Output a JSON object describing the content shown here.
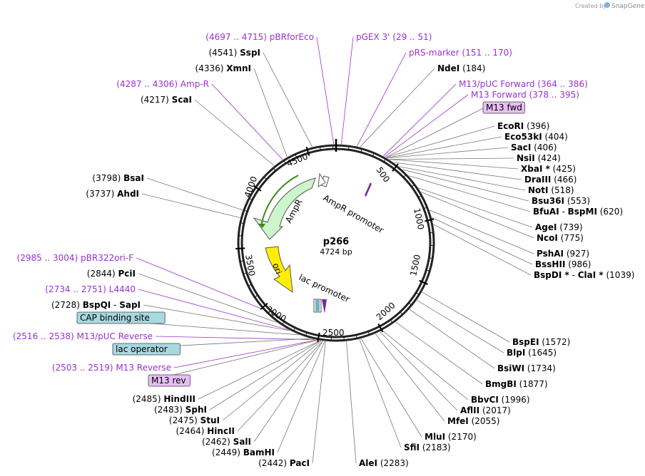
{
  "credit": {
    "text": "Created by",
    "brand": "SnapGene"
  },
  "plasmid": {
    "name": "p266",
    "length_label": "4724 bp",
    "length": 4724
  },
  "ticks": [
    "500",
    "1000",
    "1500",
    "2000",
    "2500",
    "3000",
    "3500",
    "4000",
    "4500"
  ],
  "features": [
    {
      "name": "AmpR promoter",
      "color": "#ffffff"
    },
    {
      "name": "AmpR",
      "color": "#ccf5cc"
    },
    {
      "name": "ori",
      "color": "#ffee00"
    },
    {
      "name": "lac promoter",
      "color": "#ffffff"
    }
  ],
  "labels": [
    {
      "kind": "primer",
      "text": "(4697 .. 4715)  pBRforEco"
    },
    {
      "kind": "primer",
      "text": "pGEX 3'     (29 .. 51)"
    },
    {
      "kind": "site",
      "pos": "(4541)",
      "name": "SspI"
    },
    {
      "kind": "primer",
      "text": "pRS-marker     (151 .. 170)"
    },
    {
      "kind": "site",
      "pos": "(4336)",
      "name": "XmnI"
    },
    {
      "kind": "site",
      "name": "NdeI",
      "pos": "(184)"
    },
    {
      "kind": "primer",
      "text": "(4287 .. 4306)  Amp-R"
    },
    {
      "kind": "primer",
      "text": "M13/pUC Forward     (364 .. 386)"
    },
    {
      "kind": "site",
      "pos": "(4217)",
      "name": "ScaI"
    },
    {
      "kind": "primer",
      "text": "M13 Forward     (378 .. 395)"
    },
    {
      "kind": "boxfeat",
      "text": "M13 fwd",
      "color": "#e8bff5"
    },
    {
      "kind": "site",
      "name": "EcoRI",
      "pos": "(396)"
    },
    {
      "kind": "site",
      "name": "Eco53kI",
      "pos": "(404)"
    },
    {
      "kind": "site",
      "name": "SacI",
      "pos": "(406)"
    },
    {
      "kind": "site",
      "name": "NsiI",
      "pos": "(424)"
    },
    {
      "kind": "site",
      "name": "XbaI *",
      "pos": "(425)"
    },
    {
      "kind": "site",
      "name": "DraIII",
      "pos": "(466)"
    },
    {
      "kind": "site",
      "name": "NotI",
      "pos": "(518)"
    },
    {
      "kind": "site",
      "pos": "(3798)",
      "name": "BsaI"
    },
    {
      "kind": "site",
      "name": "Bsu36I",
      "pos": "(553)"
    },
    {
      "kind": "site",
      "pos": "(3737)",
      "name": "AhdI"
    },
    {
      "kind": "sitepair",
      "name": "BfuAI",
      "name2": "BspMI",
      "pos": "(620)"
    },
    {
      "kind": "site",
      "name": "AgeI",
      "pos": "(739)"
    },
    {
      "kind": "site",
      "name": "NcoI",
      "pos": "(775)"
    },
    {
      "kind": "site",
      "name": "PshAI",
      "pos": "(927)"
    },
    {
      "kind": "primer",
      "text": "(2985 .. 3004)  pBR322ori-F"
    },
    {
      "kind": "site",
      "name": "BssHII",
      "pos": "(986)"
    },
    {
      "kind": "site",
      "pos": "(2844)",
      "name": "PciI"
    },
    {
      "kind": "sitepair",
      "name": "BspDI *",
      "name2": "ClaI *",
      "pos": "(1039)"
    },
    {
      "kind": "primer",
      "text": "(2734 .. 2751)  L4440"
    },
    {
      "kind": "sitepair",
      "pos": "(2728)",
      "name": "BspQI",
      "name2": "SapI"
    },
    {
      "kind": "boxfeat",
      "text": "CAP binding site",
      "color": "#a8d8e0"
    },
    {
      "kind": "primer",
      "text": "(2516 .. 2538)  M13/pUC Reverse"
    },
    {
      "kind": "boxfeat",
      "text": "lac operator",
      "color": "#a8d8e0"
    },
    {
      "kind": "site",
      "name": "BspEI",
      "pos": "(1572)"
    },
    {
      "kind": "site",
      "name": "BlpI",
      "pos": "(1645)"
    },
    {
      "kind": "primer",
      "text": "(2503 .. 2519)  M13 Reverse"
    },
    {
      "kind": "site",
      "name": "BsiWI",
      "pos": "(1734)"
    },
    {
      "kind": "boxfeat",
      "text": "M13 rev",
      "color": "#e8bff5"
    },
    {
      "kind": "site",
      "name": "BmgBI",
      "pos": "(1877)"
    },
    {
      "kind": "site",
      "pos": "(2485)",
      "name": "HindIII"
    },
    {
      "kind": "site",
      "name": "BbvCI",
      "pos": "(1996)"
    },
    {
      "kind": "site",
      "pos": "(2483)",
      "name": "SphI"
    },
    {
      "kind": "site",
      "name": "AflII",
      "pos": "(2017)"
    },
    {
      "kind": "site",
      "pos": "(2475)",
      "name": "StuI"
    },
    {
      "kind": "site",
      "name": "MfeI",
      "pos": "(2055)"
    },
    {
      "kind": "site",
      "pos": "(2464)",
      "name": "HincII"
    },
    {
      "kind": "site",
      "name": "MluI",
      "pos": "(2170)"
    },
    {
      "kind": "site",
      "name": "SfiI",
      "pos": "(2183)"
    },
    {
      "kind": "site",
      "pos": "(2462)",
      "name": "SalI"
    },
    {
      "kind": "site",
      "pos": "(2449)",
      "name": "BamHI"
    },
    {
      "kind": "site",
      "pos": "(2442)",
      "name": "PacI"
    },
    {
      "kind": "site",
      "name": "AleI",
      "pos": "(2283)"
    }
  ]
}
